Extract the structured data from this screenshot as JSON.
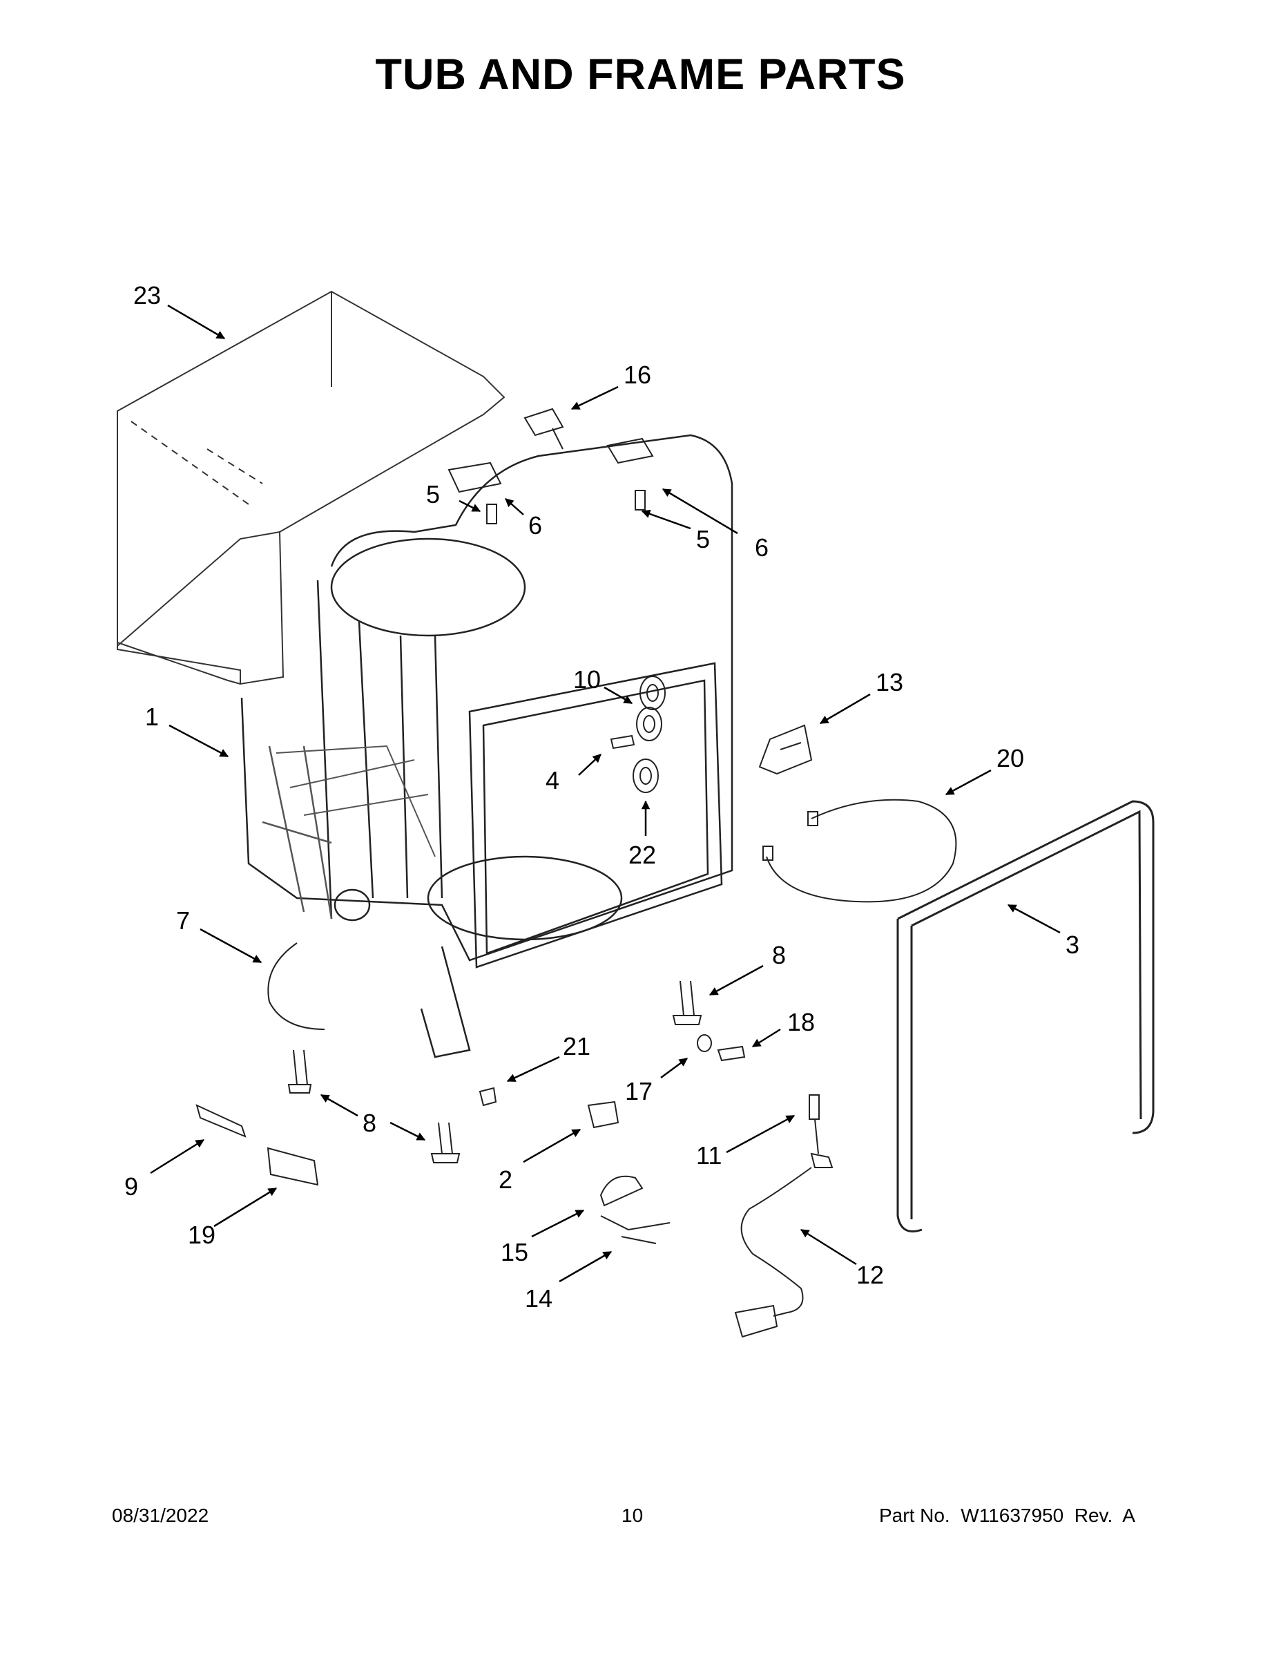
{
  "page": {
    "title": "TUB AND FRAME PARTS",
    "footer": {
      "date": "08/31/2022",
      "page_number": "10",
      "part_no": "Part No.  W11637950  Rev.  A"
    }
  },
  "callouts": [
    "23",
    "16",
    "5",
    "6",
    "5",
    "6",
    "10",
    "13",
    "1",
    "4",
    "20",
    "22",
    "3",
    "7",
    "8",
    "21",
    "18",
    "17",
    "8",
    "11",
    "9",
    "2",
    "19",
    "15",
    "12",
    "14"
  ]
}
